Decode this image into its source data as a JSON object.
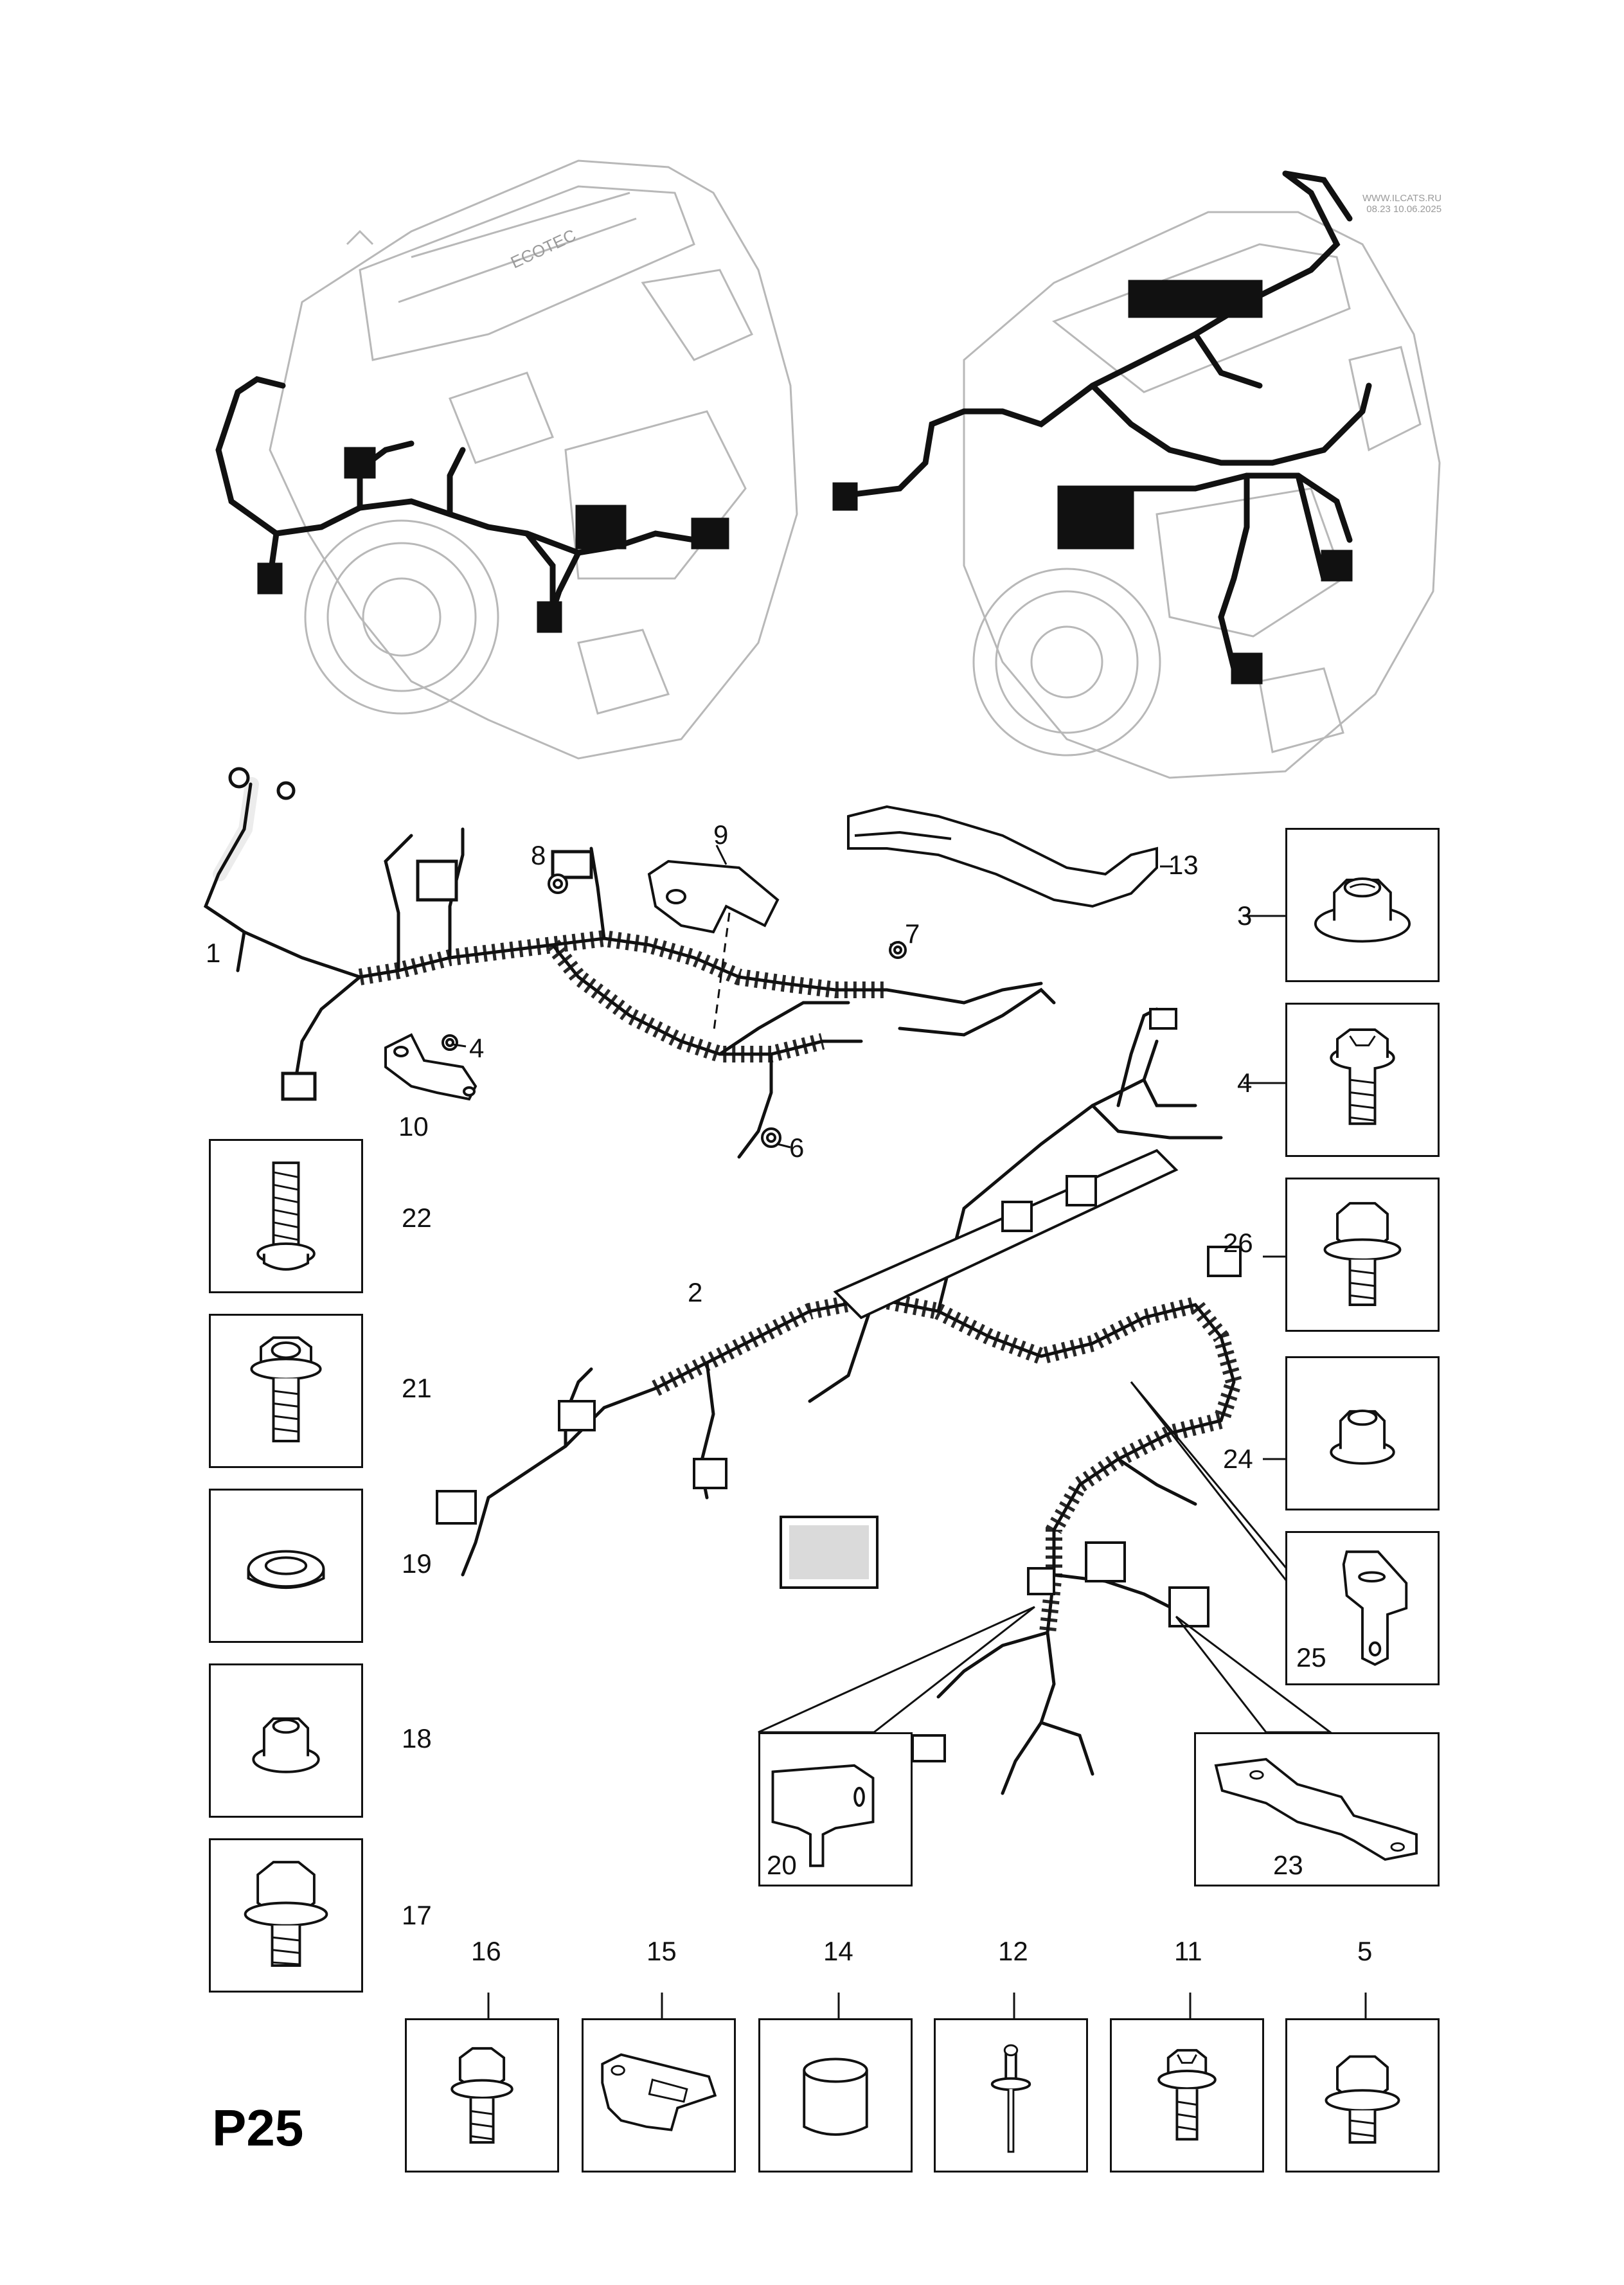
{
  "watermark": {
    "line1": "WWW.ILCATS.RU",
    "line2": "08.23 10.06.2025"
  },
  "engine_badge": "ECOTEC",
  "page_code": "P25",
  "callouts": {
    "c1": "1",
    "c2": "2",
    "c3": "3",
    "c4a": "4",
    "c4b": "4",
    "c5": "5",
    "c6": "6",
    "c7": "7",
    "c8": "8",
    "c9": "9",
    "c10": "10",
    "c11": "11",
    "c12": "12",
    "c13": "13",
    "c14": "14",
    "c15": "15",
    "c16": "16",
    "c17": "17",
    "c18": "18",
    "c19": "19",
    "c20": "20",
    "c21": "21",
    "c22": "22",
    "c23": "23",
    "c24": "24",
    "c25": "25",
    "c26": "26"
  },
  "icons": {
    "engine": "engine-illustration",
    "harness": "wiring-harness-illustration",
    "nut": "flange-nut-icon",
    "bolt": "hex-bolt-icon",
    "washer": "lock-washer-icon",
    "cap": "rubber-cap-icon",
    "rivet": "blind-rivet-icon",
    "bracket": "bracket-icon"
  }
}
